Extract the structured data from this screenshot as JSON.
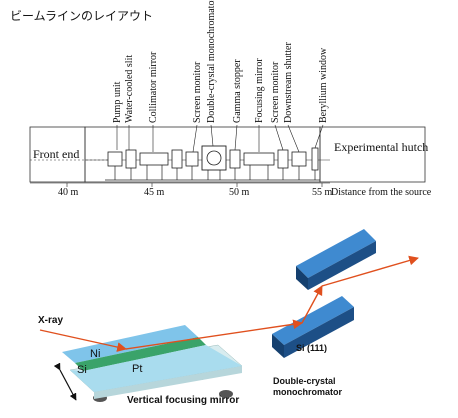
{
  "title": "ビームラインのレイアウト",
  "layout": {
    "components": [
      "Pump unit",
      "Water-cooled slit",
      "Collimator mirror",
      "Screen monitor",
      "Double-crystal monochromator",
      "Gamma stopper",
      "Focusing mirror",
      "Screen monitor",
      "Downstream shutter",
      "Beryllium window"
    ],
    "front_end": "Front end",
    "experimental_hutch": "Experimental hutch",
    "axis_ticks": [
      "40 m",
      "45 m",
      "50 m",
      "55 m"
    ],
    "axis_label": "Distance from the source"
  },
  "optics": {
    "xray": "X-ray",
    "ni": "Ni",
    "si": "Si",
    "pt": "Pt",
    "mirror_caption": "Vertical focusing mirror",
    "crystal_label": "Si (111)",
    "mono_caption_1": "Double-crystal",
    "mono_caption_2": "monochromator"
  },
  "colors": {
    "beam": "#e0501e",
    "crystal_top": "#3f8ad0",
    "crystal_side": "#1d4f86",
    "ni_stripe": "#7fc4ea",
    "si_stripe": "#3aa36a",
    "pt_stripe": "#a9dcee"
  }
}
